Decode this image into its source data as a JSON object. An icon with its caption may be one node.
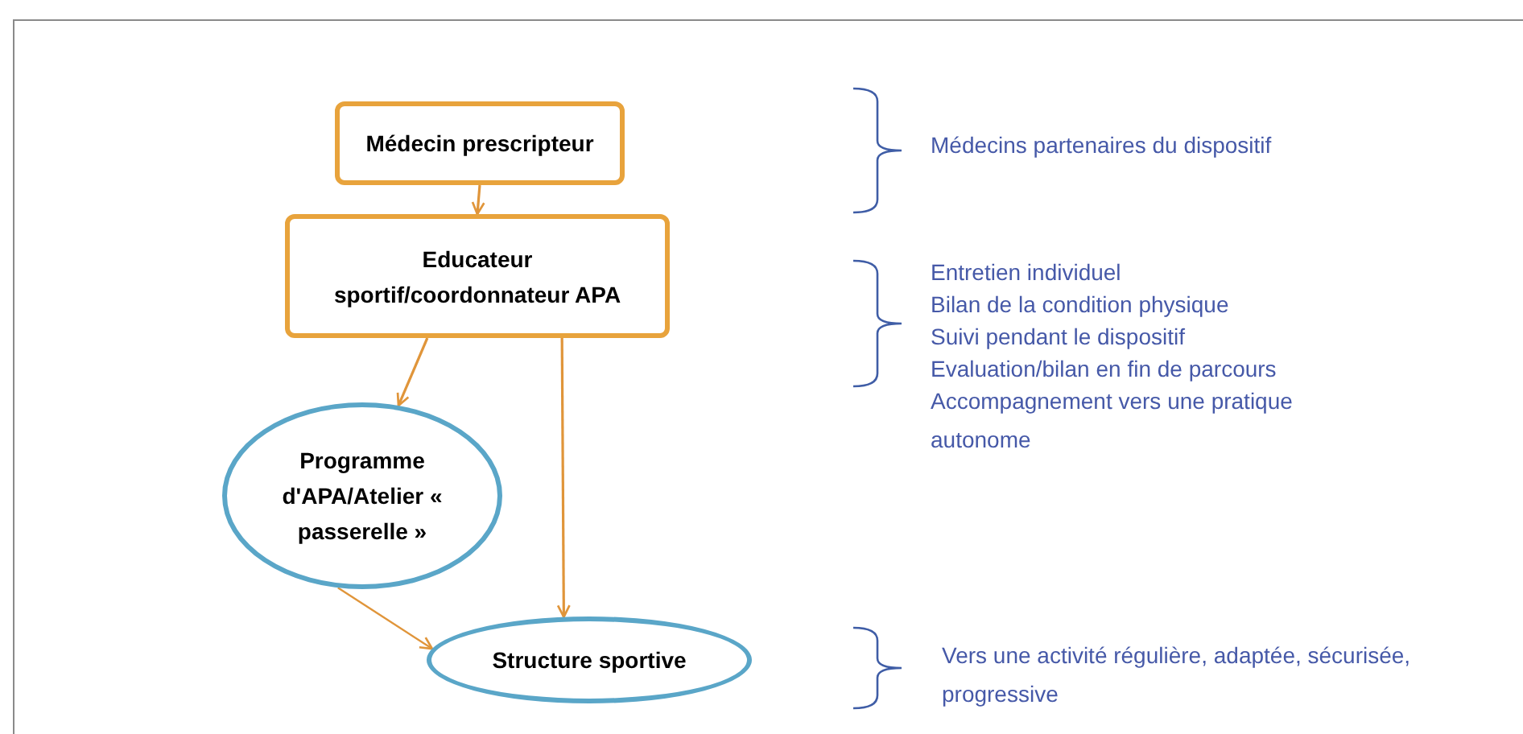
{
  "diagram": {
    "nodes": [
      {
        "text": [
          "Médecin prescripteur"
        ]
      },
      {
        "text": [
          "Educateur sportif/coordonnateur APA"
        ]
      },
      {
        "text": [
          "Programme d'APA/Atelier « passerelle »"
        ]
      },
      {
        "text": [
          "Structure sportive"
        ]
      }
    ],
    "edges": [
      {
        "from": 0,
        "to": 1,
        "arrow": "to"
      },
      {
        "from": 1,
        "to": 2,
        "arrow": "to"
      },
      {
        "from": 1,
        "to": 3,
        "arrow": "to"
      },
      {
        "from": 2,
        "to": 3,
        "arrow": "to"
      }
    ],
    "labels": [
      "Médecins partenaires du dispositif",
      "Entretien individuel",
      "Bilan de la condition physique",
      "Suivi pendant le dispositif",
      "Evaluation/bilan en fin de parcours",
      "Accompagnement vers une pratique autonome",
      "Vers une activité régulière, adaptée, sécurisée, progressive"
    ]
  }
}
